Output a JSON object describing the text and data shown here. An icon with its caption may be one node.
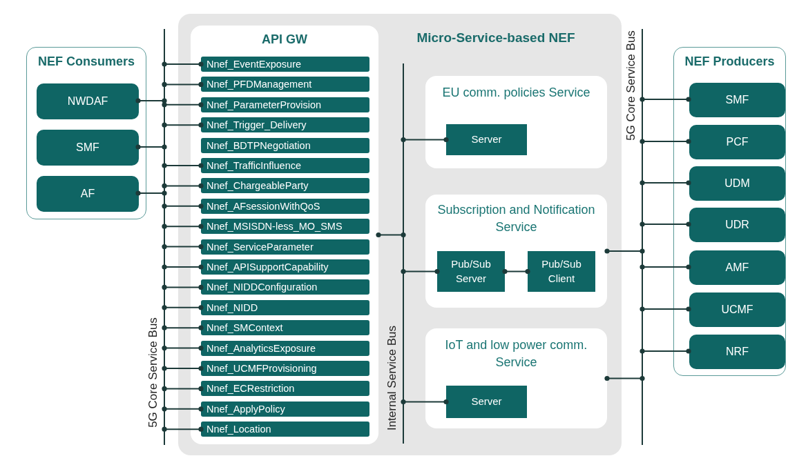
{
  "diagram": {
    "nodes": [
      {
        "text": [
          "NEF Consumers"
        ]
      },
      {
        "text": [
          "NWDAF"
        ],
        "in": 0
      },
      {
        "text": [
          "SMF"
        ],
        "in": 0
      },
      {
        "text": [
          "AF"
        ],
        "in": 0
      },
      {
        "text": [],
        "shape": "bar"
      },
      {
        "text": [
          "Micro-Service-based NEF"
        ]
      },
      {
        "text": [
          "API GW"
        ],
        "in": 5
      },
      {
        "text": [
          "Nnef_EventExposure"
        ],
        "in": 6
      },
      {
        "text": [
          "Nnef_PFDManagement"
        ],
        "in": 6
      },
      {
        "text": [
          "Nnef_ParameterProvision"
        ],
        "in": 6
      },
      {
        "text": [
          "Nnef_Trigger_Delivery"
        ],
        "in": 6
      },
      {
        "text": [
          "Nnef_BDTPNegotiation"
        ],
        "in": 6
      },
      {
        "text": [
          "Nnef_TrafficInfluence"
        ],
        "in": 6
      },
      {
        "text": [
          "Nnef_ChargeableParty"
        ],
        "in": 6
      },
      {
        "text": [
          "Nnef_AFsessionWithQoS"
        ],
        "in": 6
      },
      {
        "text": [
          "Nnef_MSISDN-less_MO_SMS"
        ],
        "in": 6
      },
      {
        "text": [
          "Nnef_ServiceParameter"
        ],
        "in": 6
      },
      {
        "text": [
          "Nnef_APISupportCapability"
        ],
        "in": 6
      },
      {
        "text": [
          "Nnef_NIDDConfiguration"
        ],
        "in": 6
      },
      {
        "text": [
          "Nnef_NIDD"
        ],
        "in": 6
      },
      {
        "text": [
          "Nnef_SMContext"
        ],
        "in": 6
      },
      {
        "text": [
          "Nnef_AnalyticsExposure"
        ],
        "in": 6
      },
      {
        "text": [
          "Nnef_UCMFProvisioning"
        ],
        "in": 6
      },
      {
        "text": [
          "Nnef_ECRestriction"
        ],
        "in": 6
      },
      {
        "text": [
          "Nnef_ApplyPolicy"
        ],
        "in": 6
      },
      {
        "text": [
          "Nnef_Location"
        ],
        "in": 6
      },
      {
        "text": [],
        "shape": "bar",
        "in": 5
      },
      {
        "text": [
          "EU comm. policies Service"
        ],
        "in": 5
      },
      {
        "text": [
          "Server"
        ],
        "in": 27
      },
      {
        "text": [
          "Subscription and Notification Service"
        ],
        "in": 5
      },
      {
        "text": [
          "Pub/Sub Server"
        ],
        "in": 29
      },
      {
        "text": [
          "Pub/Sub Client"
        ],
        "in": 29
      },
      {
        "text": [
          "IoT and low power comm. Service"
        ],
        "in": 5
      },
      {
        "text": [
          "Server"
        ],
        "in": 32
      },
      {
        "text": [],
        "shape": "bar"
      },
      {
        "text": [
          "NEF Producers"
        ]
      },
      {
        "text": [
          "SMF"
        ],
        "in": 35
      },
      {
        "text": [
          "PCF"
        ],
        "in": 35
      },
      {
        "text": [
          "UDM"
        ],
        "in": 35
      },
      {
        "text": [
          "UDR"
        ],
        "in": 35
      },
      {
        "text": [
          "AMF"
        ],
        "in": 35
      },
      {
        "text": [
          "UCMF"
        ],
        "in": 35
      },
      {
        "text": [
          "NRF"
        ],
        "in": 35
      }
    ],
    "edges": [
      {
        "from": 1,
        "to": 4,
        "arrow": "other"
      },
      {
        "from": 2,
        "to": 4,
        "arrow": "other"
      },
      {
        "from": 3,
        "to": 4,
        "arrow": "other"
      },
      {
        "from": 7,
        "to": 4,
        "arrow": "other"
      },
      {
        "from": 8,
        "to": 4,
        "arrow": "other"
      },
      {
        "from": 9,
        "to": 4,
        "arrow": "other"
      },
      {
        "from": 10,
        "to": 4,
        "arrow": "other"
      },
      {
        "from": 12,
        "to": 4,
        "arrow": "other"
      },
      {
        "from": 13,
        "to": 4,
        "arrow": "other"
      },
      {
        "from": 14,
        "to": 4,
        "arrow": "other"
      },
      {
        "from": 15,
        "to": 4,
        "arrow": "other"
      },
      {
        "from": 16,
        "to": 4,
        "arrow": "other"
      },
      {
        "from": 17,
        "to": 4,
        "arrow": "other"
      },
      {
        "from": 18,
        "to": 4,
        "arrow": "other"
      },
      {
        "from": 19,
        "to": 4,
        "arrow": "other"
      },
      {
        "from": 20,
        "to": 4,
        "arrow": "other"
      },
      {
        "from": 21,
        "to": 4,
        "arrow": "other"
      },
      {
        "from": 22,
        "to": 4,
        "arrow": "other"
      },
      {
        "from": 23,
        "to": 4,
        "arrow": "other"
      },
      {
        "from": 24,
        "to": 4,
        "arrow": "other"
      },
      {
        "from": 25,
        "to": 4,
        "arrow": "other"
      },
      {
        "from": 6,
        "to": 26,
        "arrow": "other"
      },
      {
        "from": 26,
        "to": 28,
        "arrow": "other"
      },
      {
        "from": 26,
        "to": 30,
        "arrow": "other"
      },
      {
        "from": 30,
        "to": 31,
        "arrow": "other"
      },
      {
        "from": 26,
        "to": 33,
        "arrow": "other"
      },
      {
        "from": 29,
        "to": 34,
        "arrow": "other"
      },
      {
        "from": 32,
        "to": 34,
        "arrow": "other"
      },
      {
        "from": 34,
        "to": 36,
        "arrow": "other"
      },
      {
        "from": 34,
        "to": 37,
        "arrow": "other"
      },
      {
        "from": 34,
        "to": 38,
        "arrow": "other"
      },
      {
        "from": 34,
        "to": 39,
        "arrow": "other"
      },
      {
        "from": 34,
        "to": 40,
        "arrow": "other"
      },
      {
        "from": 34,
        "to": 41,
        "arrow": "other"
      },
      {
        "from": 34,
        "to": 42,
        "arrow": "other"
      }
    ],
    "labels": [
      "5G Core Service Bus",
      "Internal Service Bus",
      "5G Core Service Bus"
    ]
  }
}
